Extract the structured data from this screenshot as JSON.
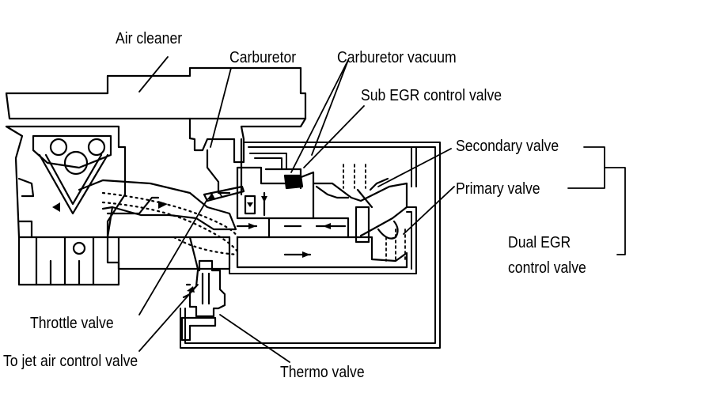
{
  "labels": {
    "air_cleaner": "Air cleaner",
    "carburetor": "Carburetor",
    "carburetor_vacuum": "Carburetor vacuum",
    "sub_egr_control_valve": "Sub EGR control valve",
    "secondary_valve": "Secondary valve",
    "primary_valve": "Primary valve",
    "dual_egr_line1": "Dual EGR",
    "dual_egr_line2": "control valve",
    "throttle_valve": "Throttle valve",
    "to_jet_air_control_valve": "To jet air control valve",
    "thermo_valve": "Thermo valve"
  },
  "colors": {
    "ink": "#000000",
    "paper": "#ffffff"
  }
}
